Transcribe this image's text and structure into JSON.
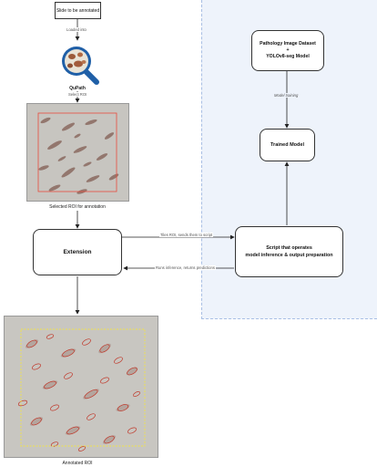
{
  "nodes": {
    "slide": "Slide to be annotated",
    "qupath": "QuPath",
    "selected_roi": "Selected ROI for annotation",
    "extension": "Extension",
    "annotated_roi": "Annotated ROI",
    "dataset_line1": "Pathology Image Dataset",
    "dataset_line2": "+",
    "dataset_line3": "YOLOv8-seg Model",
    "trained_model": "Trained Model",
    "script_line1": "Script that operates",
    "script_line2": "model inference & output preparation"
  },
  "edges": {
    "loaded_into": "Loaded into",
    "select_roi": "Select ROI",
    "tiles_roi": "Tiles ROI, sends them to script",
    "runs_inference": "Runs inference, returns predictions",
    "model_training": "Model training"
  },
  "colors": {
    "panel": "#eef3fb",
    "annotation": "#c0392b",
    "roi_outline": "#e74c3c",
    "roi_highlight": "#f1e34a"
  }
}
